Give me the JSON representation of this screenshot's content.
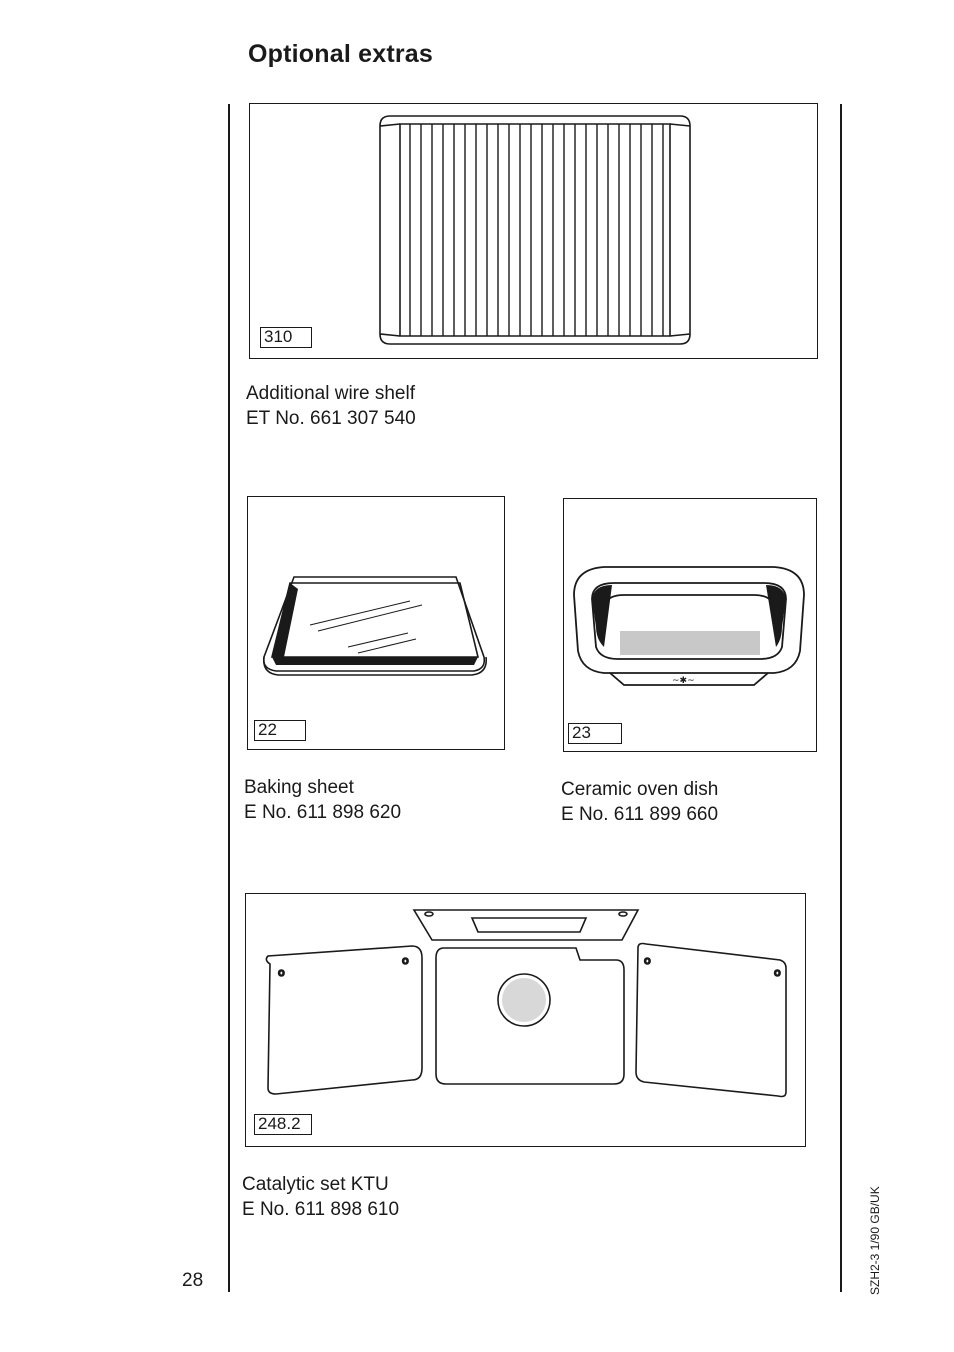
{
  "page": {
    "title": "Optional extras",
    "page_number": "28",
    "doc_code": "SZH2-3 1/90  GB/UK"
  },
  "items": [
    {
      "ref": "310",
      "name": "Additional wire shelf",
      "part_no": "ET No. 661 307 540",
      "icon": "wire-shelf-illustration"
    },
    {
      "ref": "22",
      "name": "Baking sheet",
      "part_no": "E No. 611 898 620",
      "icon": "baking-sheet-illustration"
    },
    {
      "ref": "23",
      "name": "Ceramic oven dish",
      "part_no": "E No. 611 899 660",
      "icon": "ceramic-dish-illustration"
    },
    {
      "ref": "248.2",
      "name": "Catalytic set KTU",
      "part_no": "E No. 611 898 610",
      "icon": "catalytic-set-illustration"
    }
  ]
}
